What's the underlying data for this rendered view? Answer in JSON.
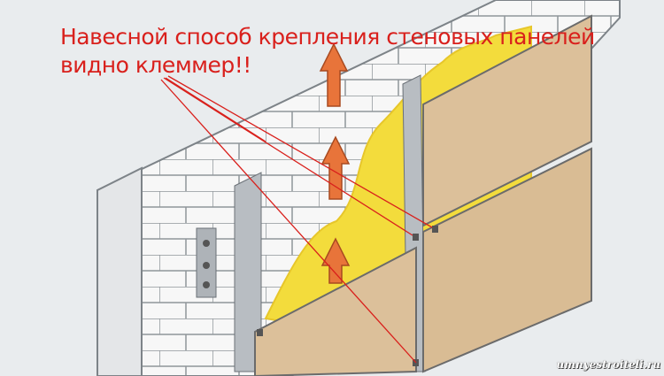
{
  "caption": {
    "line1": "Навесной способ крепления стеновых панелей",
    "line2": "видно клеммер!!"
  },
  "watermark": "umnyestroiteli.ru",
  "colors": {
    "text": "#d9201c",
    "panel": "#dcc09a",
    "insulation": "#f3dc3c",
    "arrow": "#e8743a",
    "brick": "#f7f7f7",
    "profile": "#9aa0a6"
  }
}
